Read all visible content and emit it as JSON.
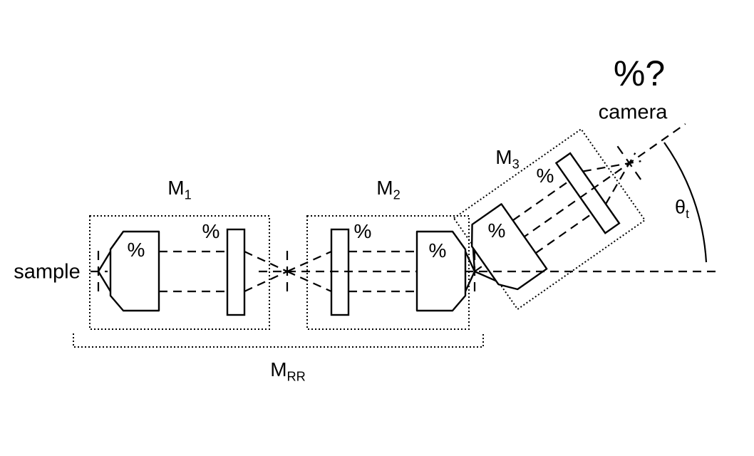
{
  "diagram": {
    "background": "#ffffff",
    "line_color": "#000000",
    "labels": {
      "sample": "sample",
      "camera": "camera",
      "magnification_query": "%?",
      "m1": {
        "base": "M",
        "sub": "1"
      },
      "m2": {
        "base": "M",
        "sub": "2"
      },
      "m3": {
        "base": "M",
        "sub": "3"
      },
      "mrr": {
        "base": "M",
        "sub": "RR"
      },
      "theta": {
        "base": "θ",
        "sub": "t"
      }
    },
    "symbols": {
      "m1_objective": "%",
      "m1_lens": "%",
      "m2_lens": "%",
      "m2_objective": "%",
      "m3_objective": "%",
      "m3_lens": "%"
    }
  }
}
